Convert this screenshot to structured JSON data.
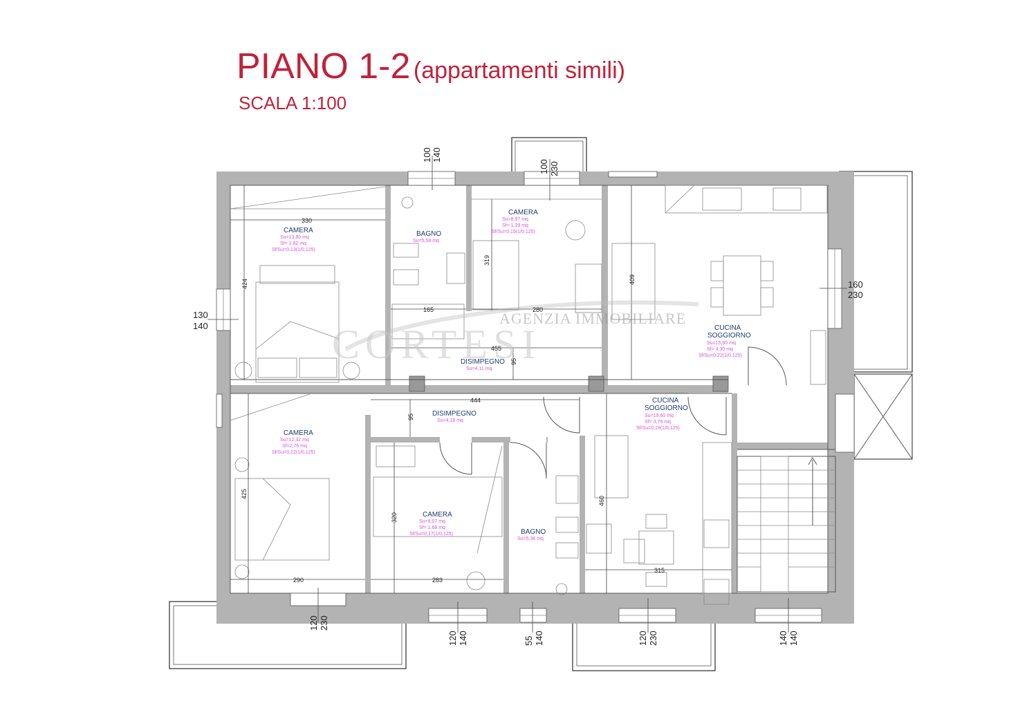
{
  "title": {
    "main": "PIANO 1-2",
    "sub": "(appartamenti simili)",
    "scale": "SCALA 1:100"
  },
  "watermark": {
    "line1": "AGENZIA IMMOBILIARE",
    "line2": "CORTESI"
  },
  "rooms": {
    "camera_nw": {
      "name": "CAMERA",
      "area": [
        "Su=13,80 mq",
        "Sf= 1,82 mq",
        "Sf/Su=0,13(1/0,125)"
      ]
    },
    "bagno_n": {
      "name": "BAGNO",
      "area": [
        "Su=5,58 mq"
      ]
    },
    "camera_n": {
      "name": "CAMERA",
      "area": [
        "Su=8,97 mq",
        "Sf= 1,39 mq",
        "Sf/Su=0,15(1/0,125)"
      ]
    },
    "cucina_ne": {
      "name1": "CUCINA",
      "name2": "SOGGIORNO",
      "area": [
        "Su=15,60 mq",
        "Sf= 4,30 mq",
        "Sf/Su=0,22(1/0,125)"
      ]
    },
    "disimpegno_n": {
      "name": "DISIMPEGNO",
      "area": [
        "Su=4,11 mq"
      ]
    },
    "camera_sw": {
      "name": "CAMERA",
      "area": [
        "Su=12,32 mq",
        "Sf=2,76 mq",
        "Sf/Su=0,22(1/0,125)"
      ]
    },
    "disimpegno_s": {
      "name": "DISIMPEGNO",
      "area": [
        "Su=4,16 mq"
      ]
    },
    "camera_s": {
      "name": "CAMERA",
      "area": [
        "Su=9,07 mq",
        "Sf= 1,68 mq",
        "Sf/Su=0,17(1/0,125)"
      ]
    },
    "bagno_s": {
      "name": "BAGNO",
      "area": [
        "Su=5,36 mq"
      ]
    },
    "cucina_s": {
      "name1": "CUCINA",
      "name2": "SOGGIORNO",
      "area": [
        "Su=19,60 mq",
        "Sf= 3,76 mq",
        "Sf/Su=0,19(1/0,125)"
      ]
    }
  },
  "dimensions": {
    "d330": "330",
    "d424": "424",
    "d319": "319",
    "d409": "409",
    "d165": "165",
    "d280": "280",
    "d455": "455",
    "d95a": "95",
    "d444": "444",
    "d95b": "95",
    "d425": "425",
    "d320": "320",
    "d460": "460",
    "d290": "290",
    "d283": "283",
    "d315": "315"
  },
  "windows": {
    "w_top1": [
      "100",
      "140"
    ],
    "w_top2": [
      "100",
      "230"
    ],
    "w_left": [
      "130",
      "140"
    ],
    "w_right": [
      "160",
      "230"
    ],
    "w_b1": [
      "120",
      "230"
    ],
    "w_b2": [
      "120",
      "140"
    ],
    "w_b3": [
      "55",
      "140"
    ],
    "w_b4": [
      "120",
      "230"
    ],
    "w_b5": [
      "140",
      "140"
    ]
  }
}
